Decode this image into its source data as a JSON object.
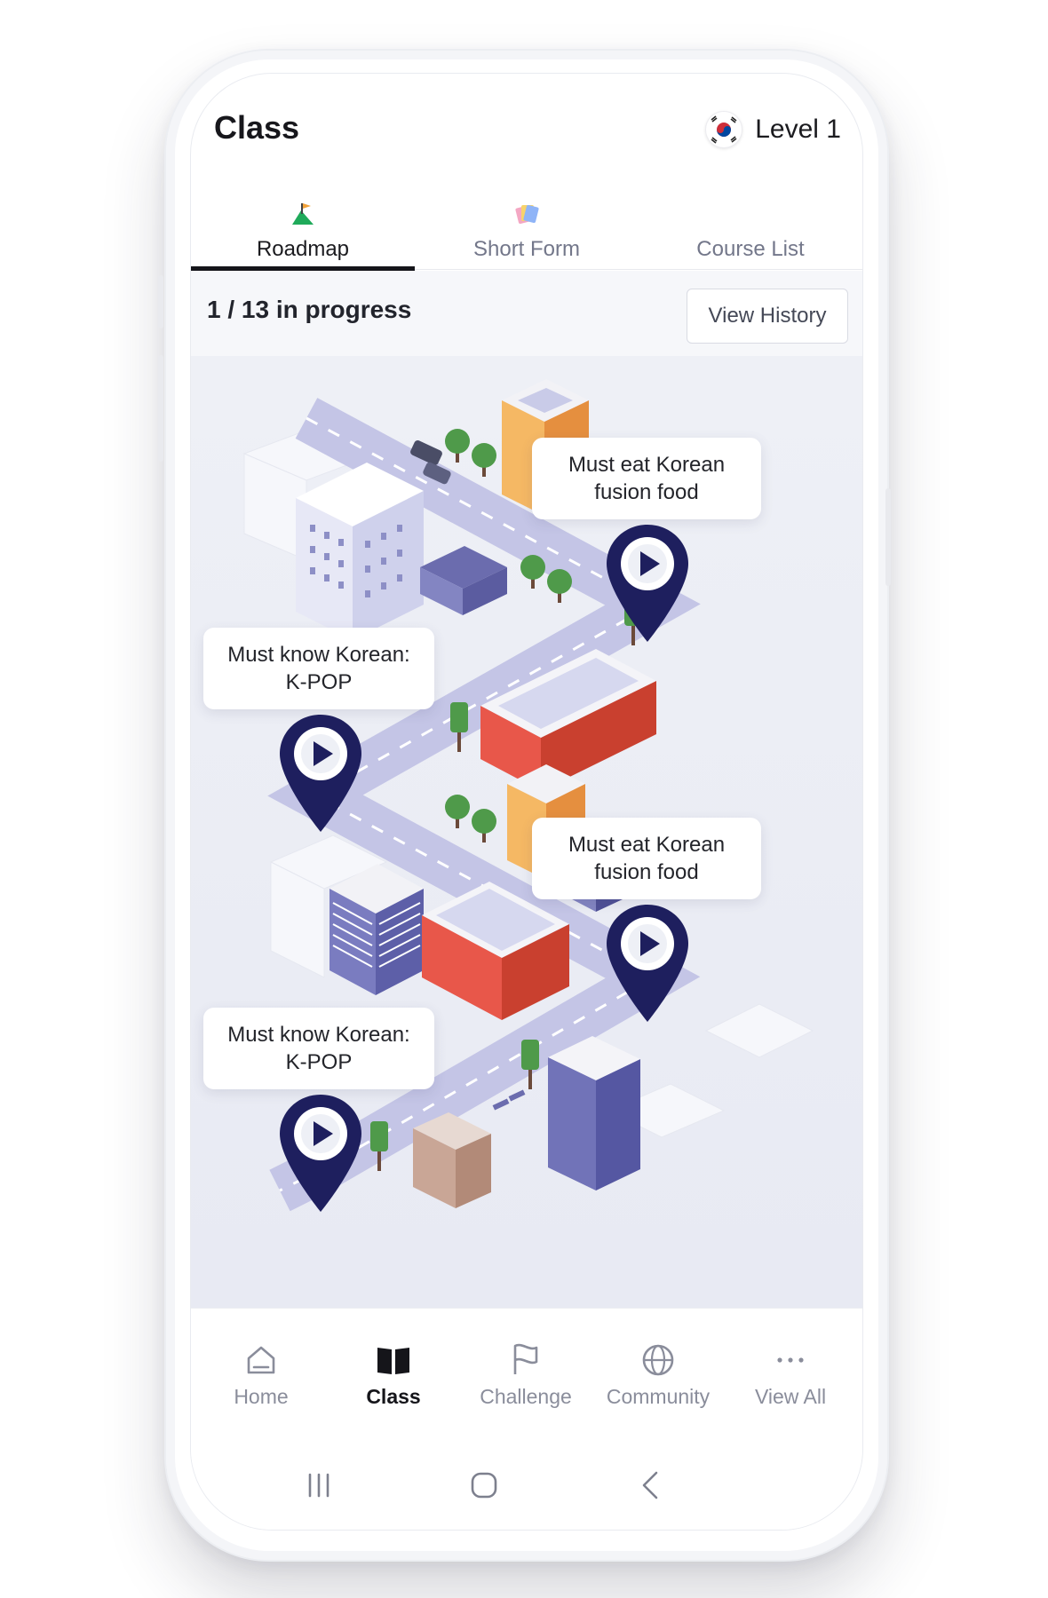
{
  "header": {
    "title": "Class",
    "level": "Level 1",
    "flag_icon": "korea-flag-icon"
  },
  "tabs": [
    {
      "label": "Roadmap",
      "icon": "flag-mountain-icon",
      "active": true
    },
    {
      "label": "Short Form",
      "icon": "cards-icon",
      "active": false
    },
    {
      "label": "Course List",
      "icon": "",
      "active": false
    }
  ],
  "progress": {
    "text": "1 / 13 in progress",
    "button": "View History"
  },
  "roadmap": {
    "bubbles": [
      "Must eat Korean fusion food",
      "Must know Korean: K-POP",
      "Must eat Korean fusion food",
      "Must know Korean: K-POP"
    ],
    "pin_icon": "play-pin-icon"
  },
  "bottom_nav": [
    {
      "label": "Home",
      "icon": "home-icon",
      "active": false
    },
    {
      "label": "Class",
      "icon": "book-icon",
      "active": true
    },
    {
      "label": "Challenge",
      "icon": "flag-icon",
      "active": false
    },
    {
      "label": "Community",
      "icon": "globe-icon",
      "active": false
    },
    {
      "label": "View All",
      "icon": "more-icon",
      "active": false
    }
  ],
  "colors": {
    "pin": "#1e1f5e",
    "road": "#c4c5e6",
    "map_bg": "#eef0f6",
    "active_tab": "#15151a",
    "inactive": "#8a8d9b"
  }
}
